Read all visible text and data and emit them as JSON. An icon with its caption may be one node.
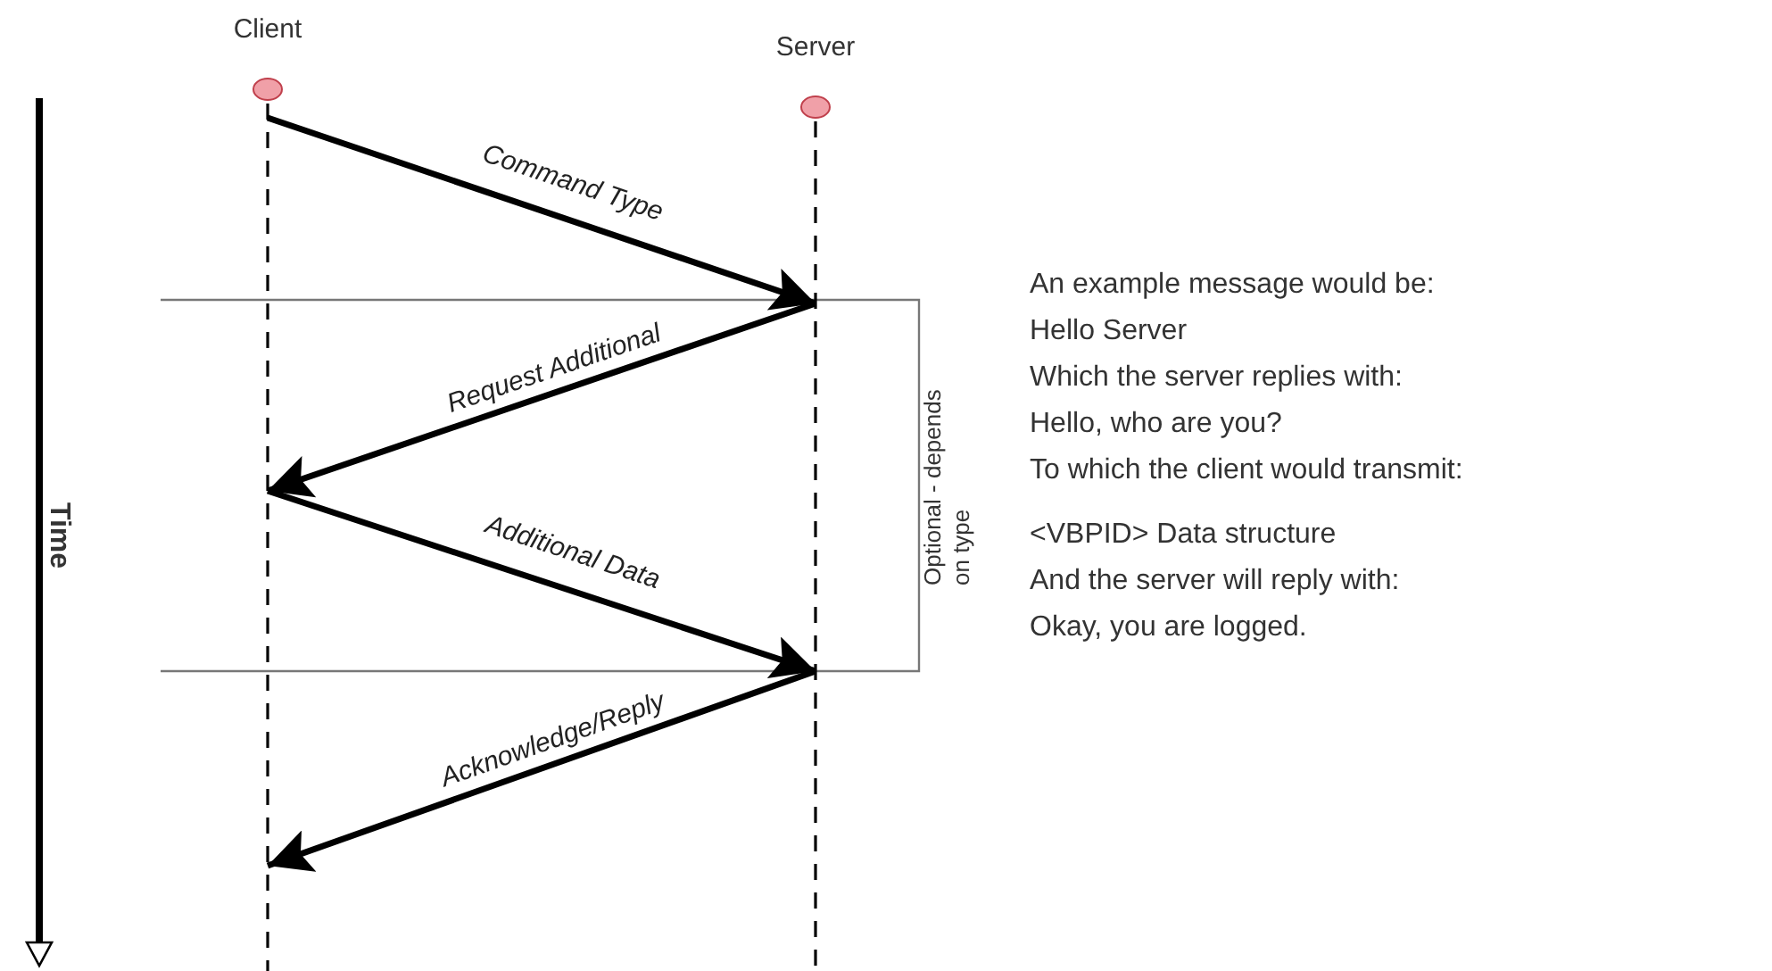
{
  "diagram": {
    "nodes": [
      {
        "text": [
          "Client"
        ]
      },
      {
        "text": [
          "Server"
        ]
      }
    ],
    "edges": [
      {
        "from": 0,
        "to": 1,
        "arrow": "to",
        "label": "Command Type"
      },
      {
        "from": 1,
        "to": 0,
        "arrow": "to",
        "label": "Request Additional"
      },
      {
        "from": 0,
        "to": 1,
        "arrow": "to",
        "label": "Additional Data"
      },
      {
        "from": 1,
        "to": 0,
        "arrow": "to",
        "label": "Acknowledge/Reply"
      }
    ],
    "labels": [
      "Time",
      "Optional - depends on type",
      "An example message would be:",
      "Hello Server",
      "Which the server replies with:",
      "Hello, who are you?",
      "To which the client would transmit:",
      "<VBPID> Data structure",
      "And the server will reply with:",
      "Okay, you are logged."
    ]
  }
}
